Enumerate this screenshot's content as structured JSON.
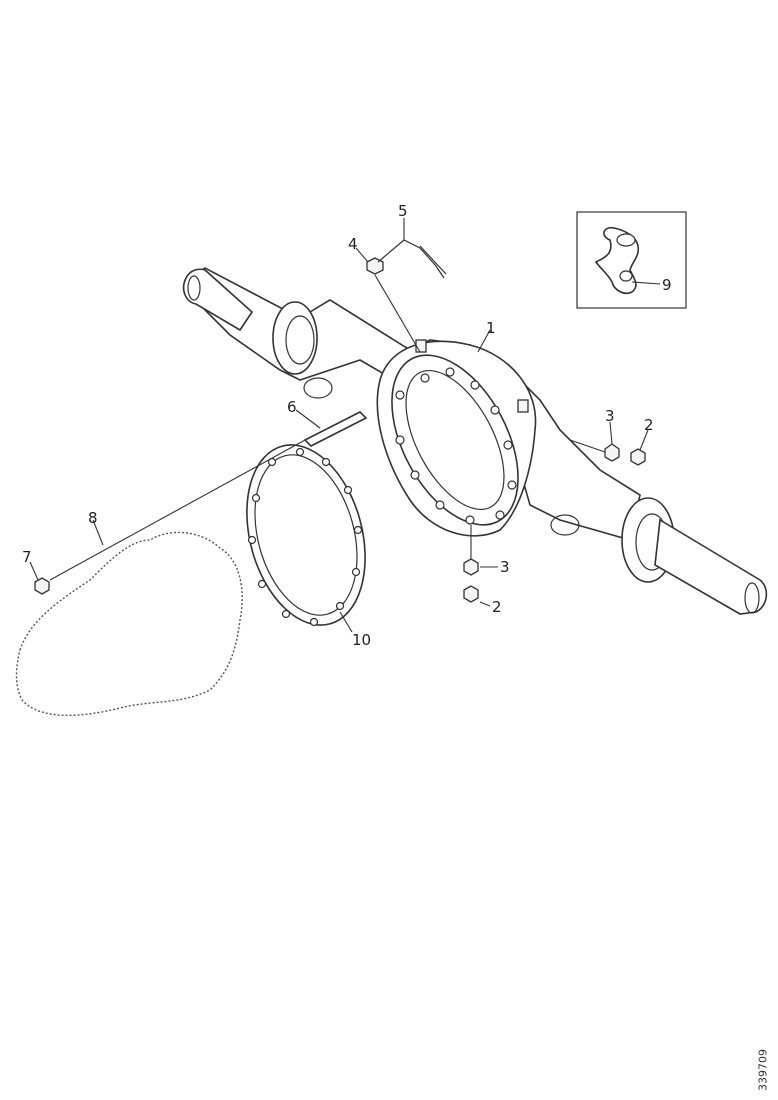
{
  "callouts": [
    {
      "id": "1",
      "label": "1"
    },
    {
      "id": "2a",
      "label": "2"
    },
    {
      "id": "2b",
      "label": "2"
    },
    {
      "id": "3a",
      "label": "3"
    },
    {
      "id": "3b",
      "label": "3"
    },
    {
      "id": "4",
      "label": "4"
    },
    {
      "id": "5",
      "label": "5"
    },
    {
      "id": "6",
      "label": "6"
    },
    {
      "id": "7",
      "label": "7"
    },
    {
      "id": "8",
      "label": "8"
    },
    {
      "id": "9",
      "label": "9"
    },
    {
      "id": "10",
      "label": "10"
    }
  ],
  "reference_number": "339709"
}
